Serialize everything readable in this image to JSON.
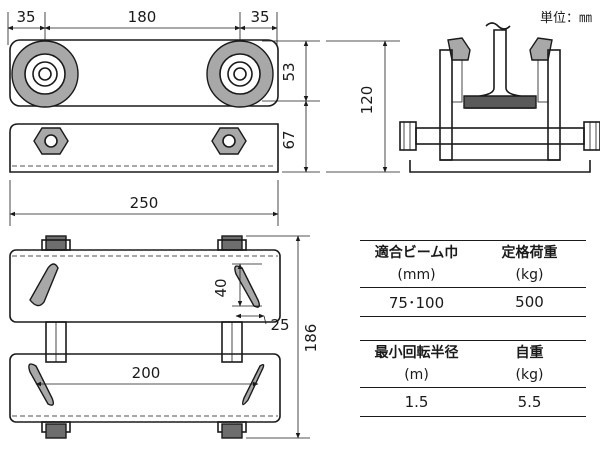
{
  "unit_label": "単位：㎜",
  "dimensions": {
    "top_left": "35",
    "top_middle": "180",
    "top_right": "35",
    "upper_height": "53",
    "lower_height": "67",
    "total_height": "120",
    "width": "250",
    "slot_length": "40",
    "slot_width": "25",
    "side_height": "186",
    "slot_spacing": "200"
  },
  "spec_table": {
    "row1": {
      "col1_header": "適合ビーム巾",
      "col1_unit": "(mm)",
      "col1_value": "75･100",
      "col2_header": "定格荷重",
      "col2_unit": "(kg)",
      "col2_value": "500"
    },
    "row2": {
      "col1_header": "最小回転半径",
      "col1_unit": "(m)",
      "col1_value": "1.5",
      "col2_header": "自重",
      "col2_unit": "(kg)",
      "col2_value": "5.5"
    }
  }
}
